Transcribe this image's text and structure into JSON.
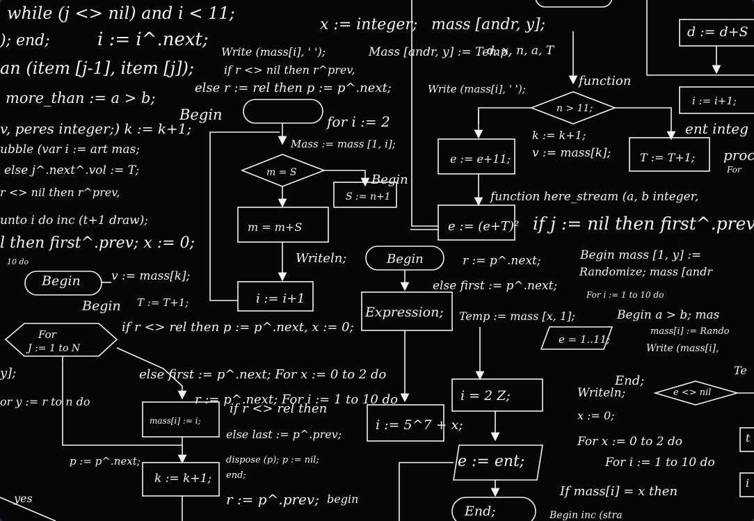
{
  "colors": {
    "board": "#060606",
    "chalk": "#f2f2f2",
    "frame": "#2a2a3a"
  },
  "texts": [
    "while (j <> nil) and i < 11;",
    "x := integer;",
    "mass [andr, y];",
    "d := d+S",
    "); end;",
    "i := i^.next;",
    "Write (mass[i], ' ');",
    "Mass [andr, y] := Temp,",
    "d, x, n, a, T",
    "an (item [j-1], item [j]);",
    "if r <> nil then r^prev,",
    "function",
    "more_than := a > b;",
    "else r := rel then p := p^.next;",
    "Write (mass[i], ' ');",
    "i := i+1;",
    "v, peres integer;) k := k+1;",
    "Begin",
    "for i := 2",
    "n > 11;",
    "ent integ",
    "ubble (var i := art mas;",
    "Mass := mass [1, i];",
    "k := k+1;",
    "v := mass[k];",
    "T := T+1;",
    "else j^.next^.vol := T;",
    "m = S",
    "Begin",
    "e := e+11;",
    "proc",
    "For",
    "r <> nil then r^prev,",
    "S := n+1",
    "function here_stream (a, b integer,",
    "unto i do inc (t+1 draw);",
    "m = m+S",
    "e := (e+T)²",
    "if j := nil then first^.prev, :=",
    "l then first^.prev; x := 0;",
    "Writeln;",
    "Begin",
    "r := p^.next;",
    "Begin   mass [1, y] :=",
    "10 do",
    "v := mass[k];",
    "Randomize; mass [andr",
    "Begin",
    "T := T+1;",
    "i := i+1",
    "else first := p^.next;",
    "For i := 1 to 10 do",
    "Begin",
    "if r <> rel then p := p^.next, x := 0;",
    "Expression;",
    "Temp := mass [x, 1];",
    "Begin   a > b; mas",
    "For",
    "J := 1 to N",
    "else first := p^.next; For x := 0 to 2 do",
    "e = 1..11;",
    "mass[i] := Rando",
    "y];",
    "Write (mass[i],",
    "r := p^.next; For i := 1 to 10 do",
    "i = 2 Z;",
    "End;",
    "Writeln;",
    "e <> nil",
    "Te",
    "or y := r to n do",
    "if r <> rel then",
    "x := 0;",
    "mass[i] := i;",
    "else last := p^.prev;",
    "i := 5^7 + x;",
    "For x := 0 to 2 do",
    "t",
    "p := p^.next;",
    "dispose (p); p := nil;",
    "e := ent;",
    "For i := 1 to 10 do",
    "k := k+1;",
    "end;",
    "If mass[i] = x then",
    "i",
    "yes",
    "r := p^.prev;",
    "begin",
    "End;",
    "Begin inc (stra"
  ]
}
